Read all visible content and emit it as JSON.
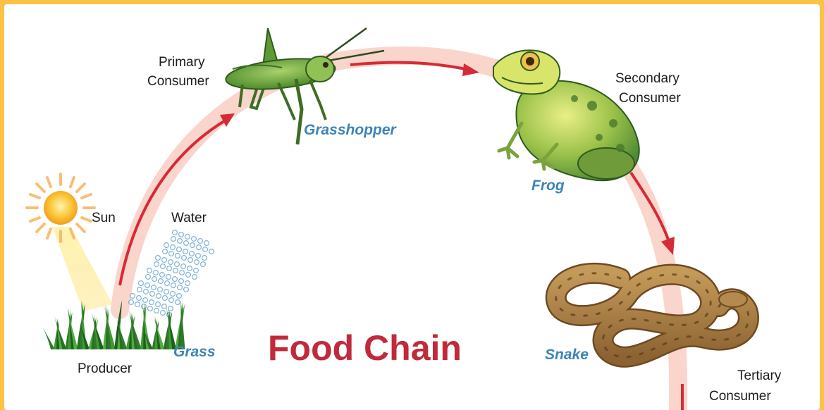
{
  "title": "Food Chain",
  "colors": {
    "frame": "#fbc245",
    "arc": "#f9cfc6",
    "arrow": "#d52b36",
    "title": "#c02a3a",
    "organism_name": "#3d84b8"
  },
  "sources": {
    "sun": "Sun",
    "water": "Water"
  },
  "organisms": [
    {
      "role_line1": "Producer",
      "role_line2": "",
      "name": "Grass",
      "icon": "grass-icon"
    },
    {
      "role_line1": "Primary",
      "role_line2": "Consumer",
      "name": "Grasshopper",
      "icon": "grasshopper-icon"
    },
    {
      "role_line1": "Secondary",
      "role_line2": "Consumer",
      "name": "Frog",
      "icon": "frog-icon"
    },
    {
      "role_line1": "Tertiary",
      "role_line2": "Consumer",
      "name": "Snake",
      "icon": "snake-icon"
    }
  ]
}
